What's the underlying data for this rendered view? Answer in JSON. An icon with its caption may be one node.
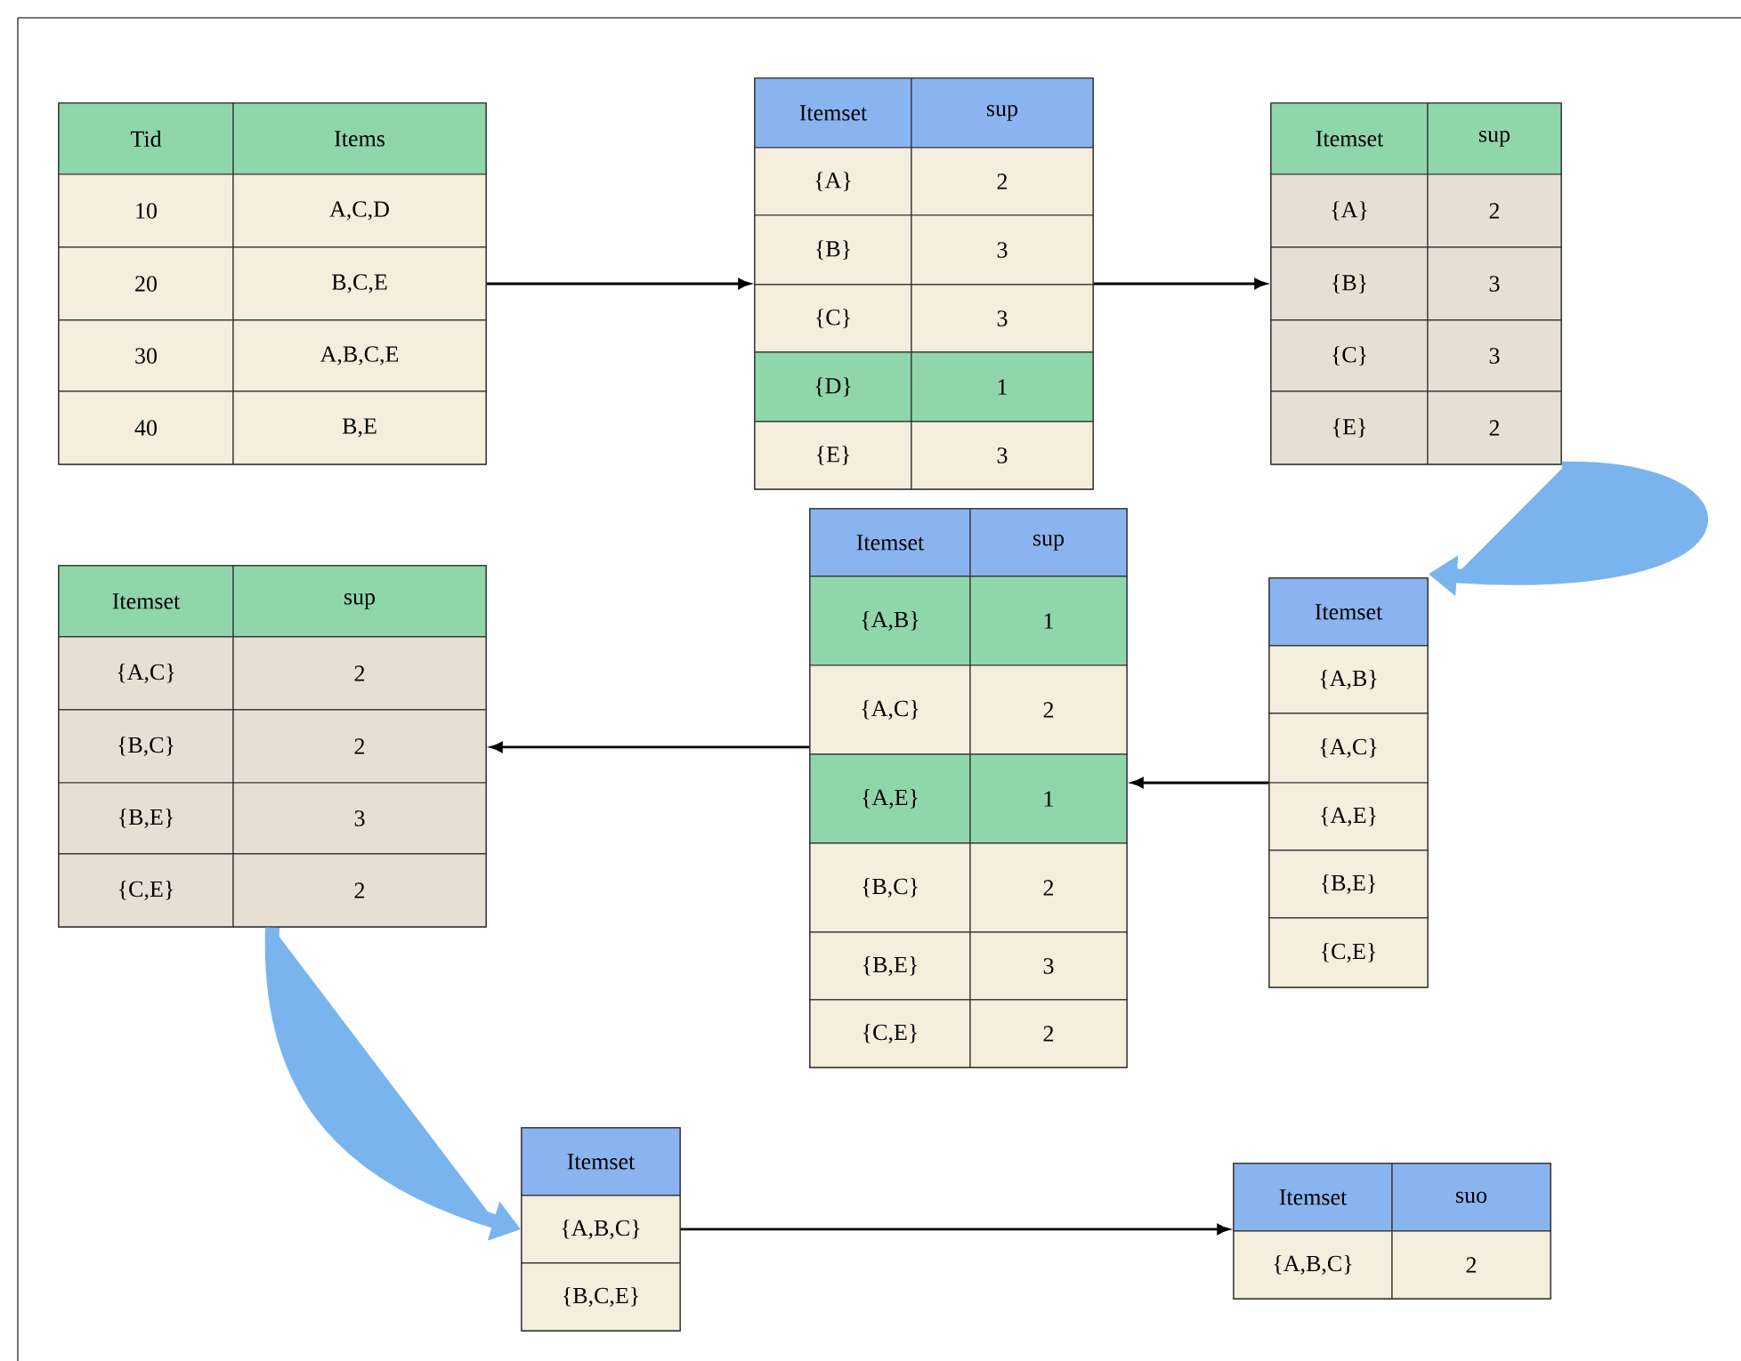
{
  "diagram": {
    "nodes": [
      {
        "text": [
          "Tid",
          "Items",
          "10",
          "A,C,D",
          "20",
          "B,C,E",
          "30",
          "A,B,C,E",
          "40",
          "B,E"
        ]
      },
      {
        "text": [
          "Itemset",
          "sup",
          "{A}",
          "2",
          "{B}",
          "3",
          "{C}",
          "3",
          "{D}",
          "1",
          "{E}",
          "3"
        ]
      },
      {
        "text": [
          "Itemset",
          "sup",
          "{A}",
          "2",
          "{B}",
          "3",
          "{C}",
          "3",
          "{E}",
          "2"
        ]
      },
      {
        "text": [
          "Itemset",
          "{A,B}",
          "{A,C}",
          "{A,E}",
          "{B,E}",
          "{C,E}"
        ]
      },
      {
        "text": [
          "Itemset",
          "sup",
          "{A,B}",
          "1",
          "{A,C}",
          "2",
          "{A,E}",
          "1",
          "{B,C}",
          "2",
          "{B,E}",
          "3",
          "{C,E}",
          "2"
        ]
      },
      {
        "text": [
          "Itemset",
          "sup",
          "{A,C}",
          "2",
          "{B,C}",
          "2",
          "{B,E}",
          "3",
          "{C,E}",
          "2"
        ]
      },
      {
        "text": [
          "Itemset",
          "{A,B,C}",
          "{B,C,E}"
        ]
      },
      {
        "text": [
          "Itemset",
          "suo",
          "{A,B,C}",
          "2"
        ]
      }
    ],
    "edges": [
      {
        "from": 0,
        "to": 1,
        "arrow": "to"
      },
      {
        "from": 1,
        "to": 2,
        "arrow": "to"
      },
      {
        "from": 2,
        "to": 3,
        "arrow": "to",
        "style": "thick",
        "color": "#7ab4ee"
      },
      {
        "from": 3,
        "to": 4,
        "arrow": "to"
      },
      {
        "from": 4,
        "to": 5,
        "arrow": "to"
      },
      {
        "from": 5,
        "to": 6,
        "arrow": "to",
        "style": "thick",
        "color": "#7ab4ee"
      },
      {
        "from": 6,
        "to": 7,
        "arrow": "to"
      }
    ]
  }
}
